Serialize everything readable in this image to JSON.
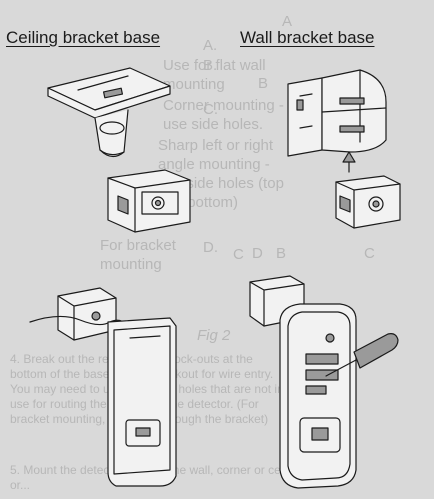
{
  "headings": {
    "ceiling": "Ceiling bracket base",
    "wall": "Wall bracket base"
  },
  "bleed_text": {
    "list_a": [
      "A.",
      "Use for flat wall",
      "mounting"
    ],
    "list_b": [
      "B.",
      "Corner mounting -",
      "use side holes."
    ],
    "list_c": [
      "C.",
      "Sharp left or right",
      "angle mounting -",
      "use side holes (top",
      "and bottom)"
    ],
    "list_d": [
      "D.",
      "For bracket",
      "mounting"
    ],
    "fig_letters": [
      "A",
      "B",
      "C",
      "D",
      "B",
      "C"
    ],
    "fig_label": "Fig 2",
    "step4": [
      "4. Break out the rectangular knock-outs at the",
      "bottom of the base for the knockout for wire entry.",
      "You may need to use mounting holes that are not in",
      "use for routing the wiring into the detector. (For",
      "bracket mounting, feed wire through the bracket)"
    ],
    "step5": [
      "5. Mount the detector base to the wall, corner or ceiling,",
      "or..."
    ]
  },
  "colors": {
    "paper": "#d9d9d9",
    "ink": "#1b1b1b",
    "bleed": "#b7b7b7",
    "drawing_fill": "#f2f2f2",
    "drawing_shade": "#9a9a9a"
  }
}
